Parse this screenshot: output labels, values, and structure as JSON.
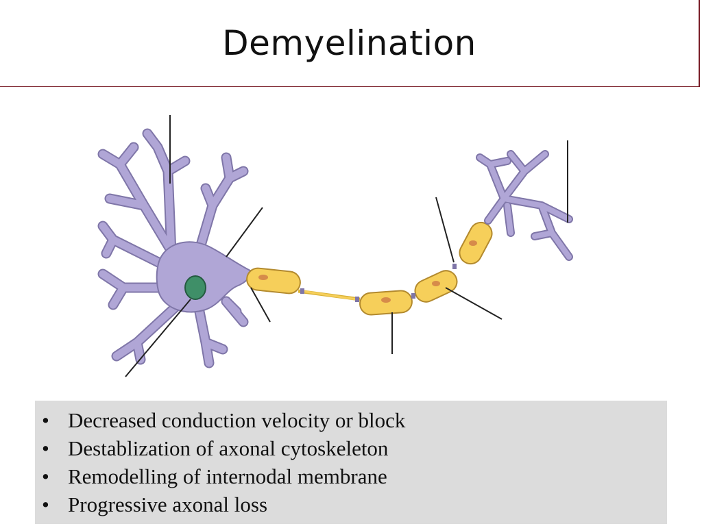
{
  "slide": {
    "title": "Demyelination"
  },
  "diagram": {
    "subject": "neuron",
    "colors": {
      "neuron_body": "#b0a6d6",
      "neuron_outline": "#7f76a8",
      "nucleus": "#3f8f68",
      "myelin": "#f6cf5a",
      "myelin_outline": "#b38a2e",
      "schwann_nucleus": "#d68b4a",
      "label_line": "#222222"
    }
  },
  "bullets": [
    "Decreased conduction velocity or block",
    "Destablization of axonal cytoskeleton",
    "Remodelling of internodal membrane",
    "Progressive axonal loss"
  ]
}
